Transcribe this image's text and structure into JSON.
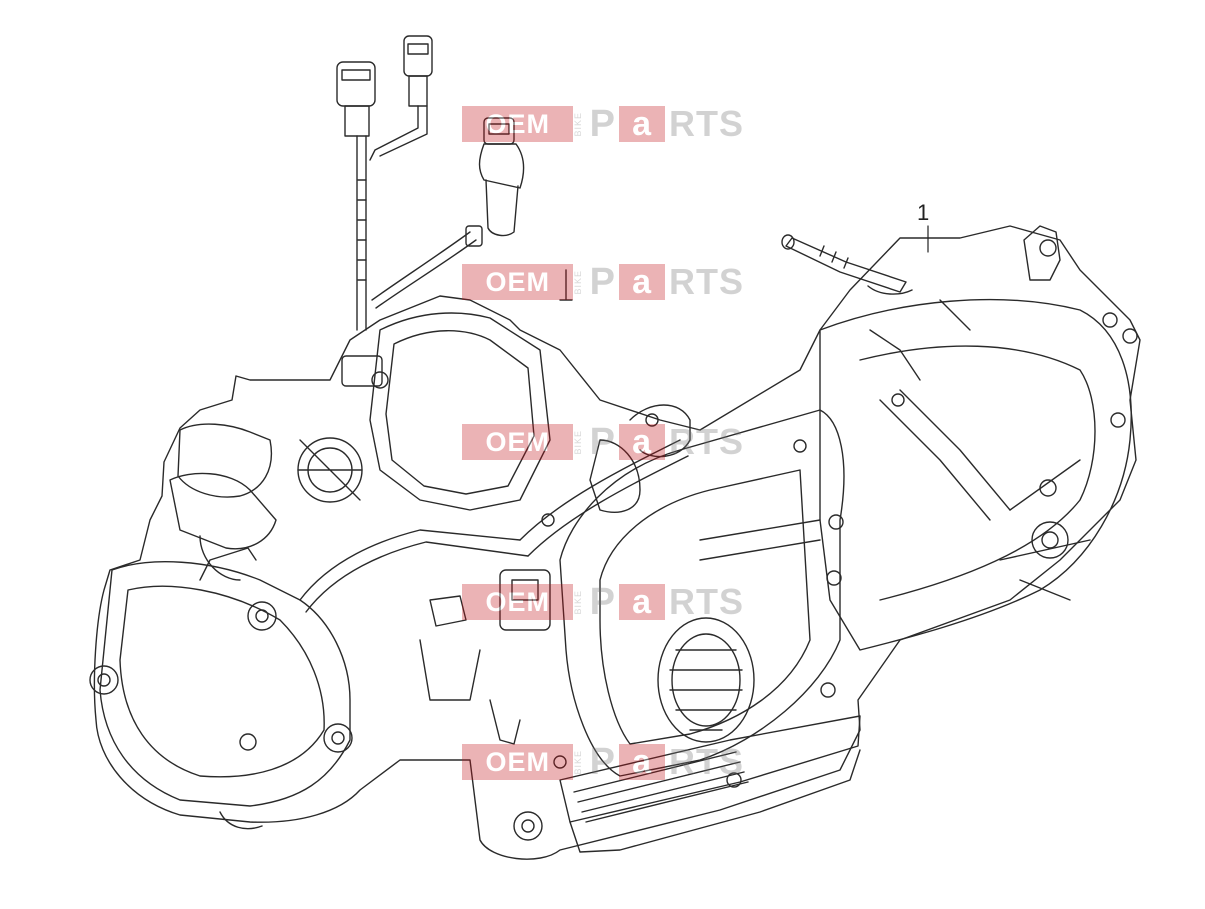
{
  "diagram": {
    "callout_number": "1",
    "watermark": {
      "prefix": "OEM",
      "vertical": "BIKE",
      "letter_p": "P",
      "letter_a": "a",
      "suffix": "RTS"
    },
    "watermark_count": 5,
    "colors": {
      "line": "#2a2a2a",
      "watermark_red": "#c4161c",
      "watermark_grey": "#777777"
    }
  }
}
